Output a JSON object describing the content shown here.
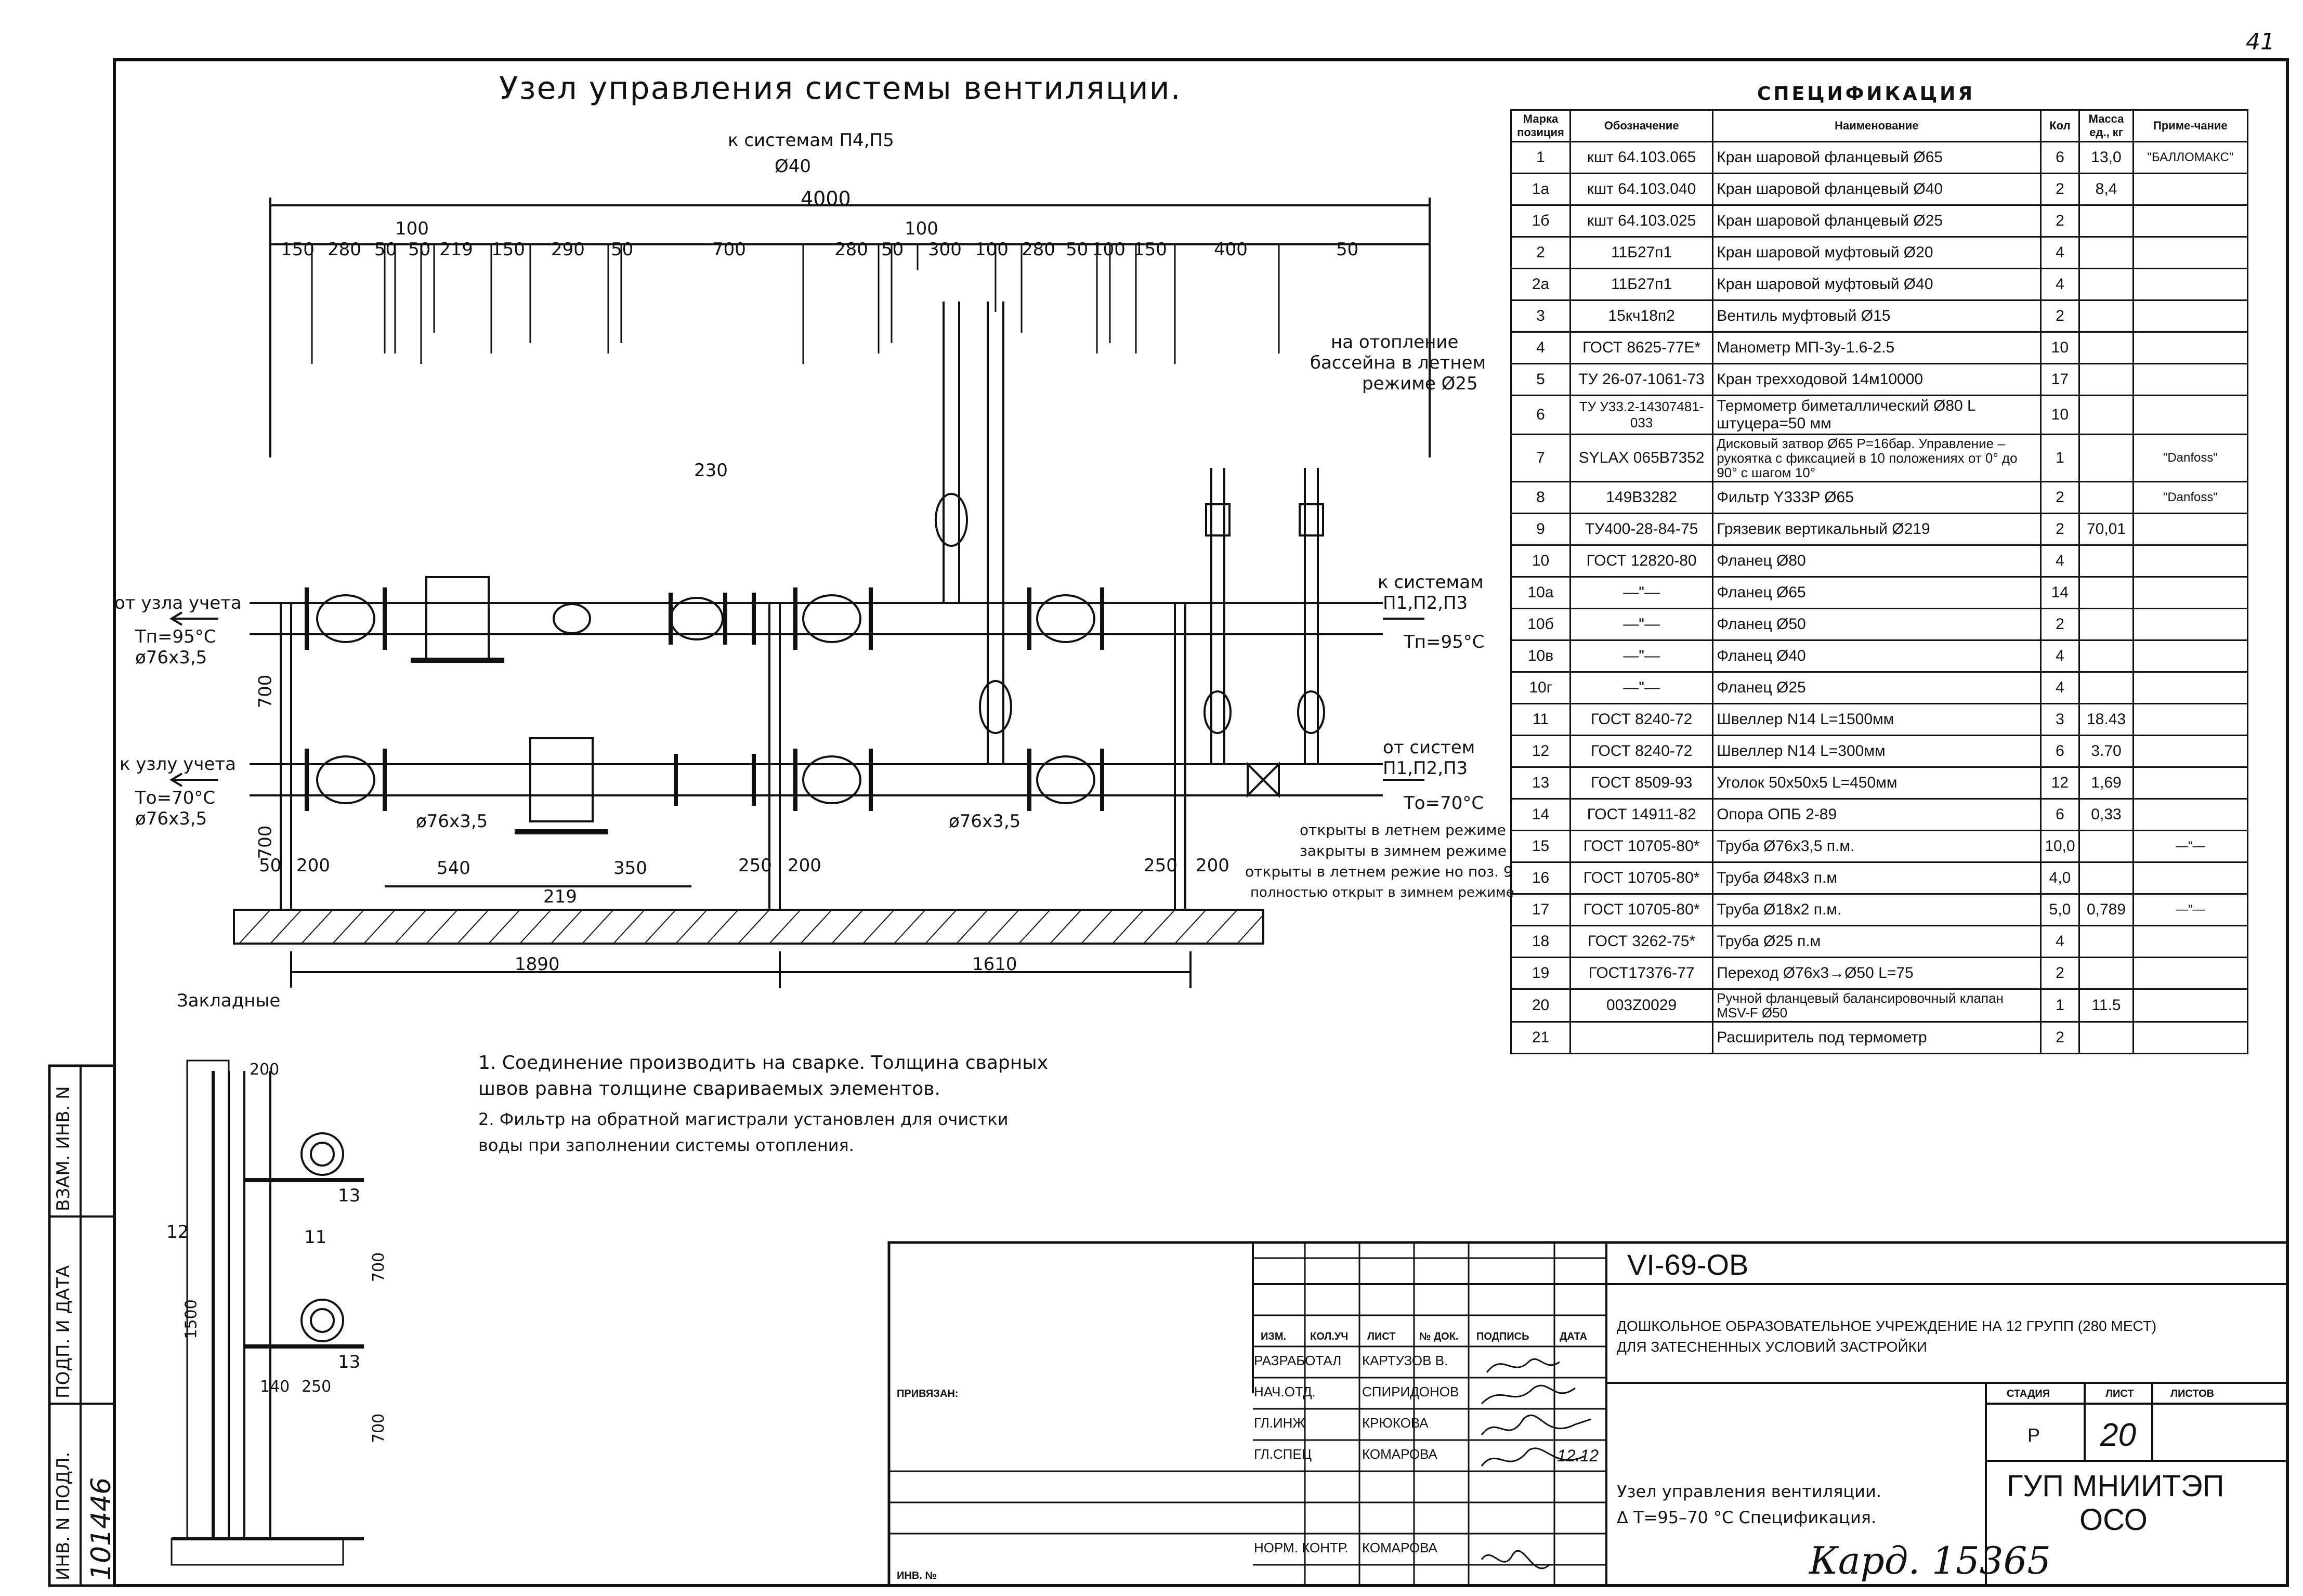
{
  "page_number": "41",
  "drawing_title": "Узел управления системы вентиляции.",
  "dimensions": {
    "top_pipe": "к системам П4,П5",
    "top_dia": "Ø40",
    "overall": "4000",
    "chain": [
      "150",
      "280",
      "50",
      "100",
      "50",
      "219",
      "150",
      "290",
      "50",
      "700",
      "280",
      "50",
      "100",
      "300",
      "100",
      "280",
      "50",
      "100",
      "150",
      "400",
      "50"
    ],
    "d230": "230",
    "h700a": "700",
    "h700b": "700",
    "d50": "50",
    "d200a": "200",
    "d540": "540",
    "d219": "219",
    "d350": "350",
    "d250a": "250",
    "d200b": "200",
    "d250b": "250",
    "d200c": "200",
    "d1890": "1890",
    "d1610": "1610"
  },
  "labels": {
    "supply_from": "от узла учета",
    "supply_temp": "Tп=95°С",
    "supply_pipe": "ø76х3,5",
    "return_to": "к узлу учета",
    "return_temp": "То=70°С",
    "return_pipe": "ø76х3,5",
    "to_systems": "к системам",
    "to_systems2": "П1,П2,П3",
    "to_systems_temp": "Tп=95°С",
    "from_systems": "от систем",
    "from_systems2": "П1,П2,П3",
    "from_systems_temp": "То=70°С",
    "heating1": "на отопление",
    "heating2": "бассейна в летнем",
    "heating3": "режиме Ø25",
    "mode1": "открыты в летнем режиме",
    "mode2": "закрыты в зимнем режиме",
    "mode3": "открыты в летнем режие но поз. 9",
    "mode4": "полностью открыт в зимнем режиме",
    "pipe_main1": "ø76х3,5",
    "pipe_main2": "ø76х3,5",
    "embedded": "Закладные"
  },
  "notes": [
    "1. Соединение производить на сварке. Толщина сварных",
    "швов равна толщине свариваемых элементов.",
    "2. Фильтр на обратной магистрали установлен для очистки",
    "воды при заполнении системы отопления."
  ],
  "detail_dims": {
    "w200": "200",
    "h1500": "1500",
    "h700a": "700",
    "h700b": "700",
    "d140": "140",
    "d250": "250",
    "m12": "12",
    "m11": "11",
    "m13a": "13",
    "m13b": "13"
  },
  "spec_title": "СПЕЦИФИКАЦИЯ",
  "spec_headers": [
    "Марка позиция",
    "Обозначение",
    "Наименование",
    "Кол",
    "Масса ед., кг",
    "Приме-чание"
  ],
  "spec_rows": [
    [
      "1",
      "кшт 64.103.065",
      "Кран шаровой фланцевый  Ø65",
      "6",
      "13,0",
      "\"БАЛЛОМАКС\""
    ],
    [
      "1а",
      "кшт 64.103.040",
      "Кран шаровой фланцевый  Ø40",
      "2",
      "8,4",
      ""
    ],
    [
      "1б",
      "кшт 64.103.025",
      "Кран шаровой фланцевый  Ø25",
      "2",
      "",
      ""
    ],
    [
      "2",
      "11Б27п1",
      "Кран шаровой муфтовый  Ø20",
      "4",
      "",
      ""
    ],
    [
      "2а",
      "11Б27п1",
      "Кран шаровой муфтовый  Ø40",
      "4",
      "",
      ""
    ],
    [
      "3",
      "15кч18п2",
      "Вентиль муфтовый Ø15",
      "2",
      "",
      ""
    ],
    [
      "4",
      "ГОСТ 8625-77Е*",
      "Манометр МП-3у-1.6-2.5",
      "10",
      "",
      ""
    ],
    [
      "5",
      "ТУ 26-07-1061-73",
      "Кран трехходовой 14м10000",
      "17",
      "",
      ""
    ],
    [
      "6",
      "ТУ У33.2-14307481-033",
      "Термометр биметаллический Ø80 L штуцера=50 мм",
      "10",
      "",
      ""
    ],
    [
      "7",
      "SYLAX 065B7352",
      "Дисковый затвор Ø65 P=16бар. Управление – рукоятка с фиксацией в 10 положениях от 0° до 90° с шагом 10°",
      "1",
      "",
      "\"Danfoss\""
    ],
    [
      "8",
      "149B3282",
      "Фильтр Y333P Ø65",
      "2",
      "",
      "\"Danfoss\""
    ],
    [
      "9",
      "ТУ400-28-84-75",
      "Грязевик вертикальный  Ø219",
      "2",
      "70,01",
      ""
    ],
    [
      "10",
      "ГОСТ  12820-80",
      "Фланец  Ø80",
      "4",
      "",
      ""
    ],
    [
      "10а",
      "—\"—",
      "Фланец  Ø65",
      "14",
      "",
      ""
    ],
    [
      "10б",
      "—\"—",
      "Фланец  Ø50",
      "2",
      "",
      ""
    ],
    [
      "10в",
      "—\"—",
      "Фланец  Ø40",
      "4",
      "",
      ""
    ],
    [
      "10г",
      "—\"—",
      "Фланец  Ø25",
      "4",
      "",
      ""
    ],
    [
      "11",
      "ГОСТ 8240-72",
      "Швеллер N14  L=1500мм",
      "3",
      "18.43",
      ""
    ],
    [
      "12",
      "ГОСТ 8240-72",
      "Швеллер N14  L=300мм",
      "6",
      "3.70",
      ""
    ],
    [
      "13",
      "ГОСТ 8509-93",
      "Уголок 50х50х5 L=450мм",
      "12",
      "1,69",
      ""
    ],
    [
      "14",
      "ГОСТ 14911-82",
      "Опора ОПБ 2-89",
      "6",
      "0,33",
      ""
    ],
    [
      "15",
      "ГОСТ 10705-80*",
      "Труба                    Ø76х3,5  п.м.",
      "10,0",
      "",
      "—\"—"
    ],
    [
      "16",
      "ГОСТ 10705-80*",
      "Труба                   Ø48х3    п.м",
      "4,0",
      "",
      ""
    ],
    [
      "17",
      "ГОСТ 10705-80*",
      "Труба                   Ø18х2    п.м.",
      "5,0",
      "0,789",
      "—\"—"
    ],
    [
      "18",
      "ГОСТ 3262-75*",
      "Труба                    Ø25      п.м",
      "4",
      "",
      ""
    ],
    [
      "19",
      "ГОСТ17376-77",
      "Переход Ø76х3→Ø50 L=75",
      "2",
      "",
      ""
    ],
    [
      "20",
      "003Z0029",
      "Ручной фланцевый балансировочный клапан MSV-F Ø50",
      "1",
      "11.5",
      ""
    ],
    [
      "21",
      "",
      "Расширитель под термометр",
      "2",
      "",
      ""
    ]
  ],
  "title_block": {
    "code": "VI-69-ОВ",
    "project": "ДОШКОЛЬНОЕ ОБРАЗОВАТЕЛЬНОЕ УЧРЕЖДЕНИЕ НА 12 ГРУПП (280 МЕСТ)",
    "project2": "ДЛЯ ЗАТЕСНЕННЫХ УСЛОВИЙ ЗАСТРОЙКИ",
    "sheet_title1": "Узел управления вентиляции.",
    "sheet_title2": "Δ T=95–70 °С  Спецификация.",
    "org1": "ГУП МНИИТЭП",
    "org2": "ОСО",
    "stage_hdr": "СТАДИЯ",
    "sheet_hdr": "ЛИСТ",
    "sheets_hdr": "ЛИСТОВ",
    "stage": "Р",
    "sheet": "20",
    "bound": "ПРИВЯЗАН:",
    "inv": "ИНВ. №",
    "cols": [
      "ИЗМ.",
      "КОЛ.УЧ",
      "ЛИСТ",
      "№ ДОК.",
      "ПОДПИСЬ",
      "ДАТА"
    ],
    "roles": [
      "РАЗРАБОТАЛ",
      "НАЧ.ОТД.",
      "ГЛ.ИНЖ",
      "ГЛ.СПЕЦ",
      "НОРМ. КОНТР."
    ],
    "names": [
      "КАРТУЗОВ В.",
      "СПИРИДОНОВ",
      "КРЮКОВА",
      "КОМАРОВА",
      "КОМАРОВА"
    ],
    "date": "12.12",
    "archive_no": "Кард. 15365"
  },
  "side_stamp": [
    "ИНВ. N ПОДЛ.",
    "ПОДП. И ДАТА",
    "ВЗАМ. ИНВ. N"
  ],
  "side_number": "101446"
}
